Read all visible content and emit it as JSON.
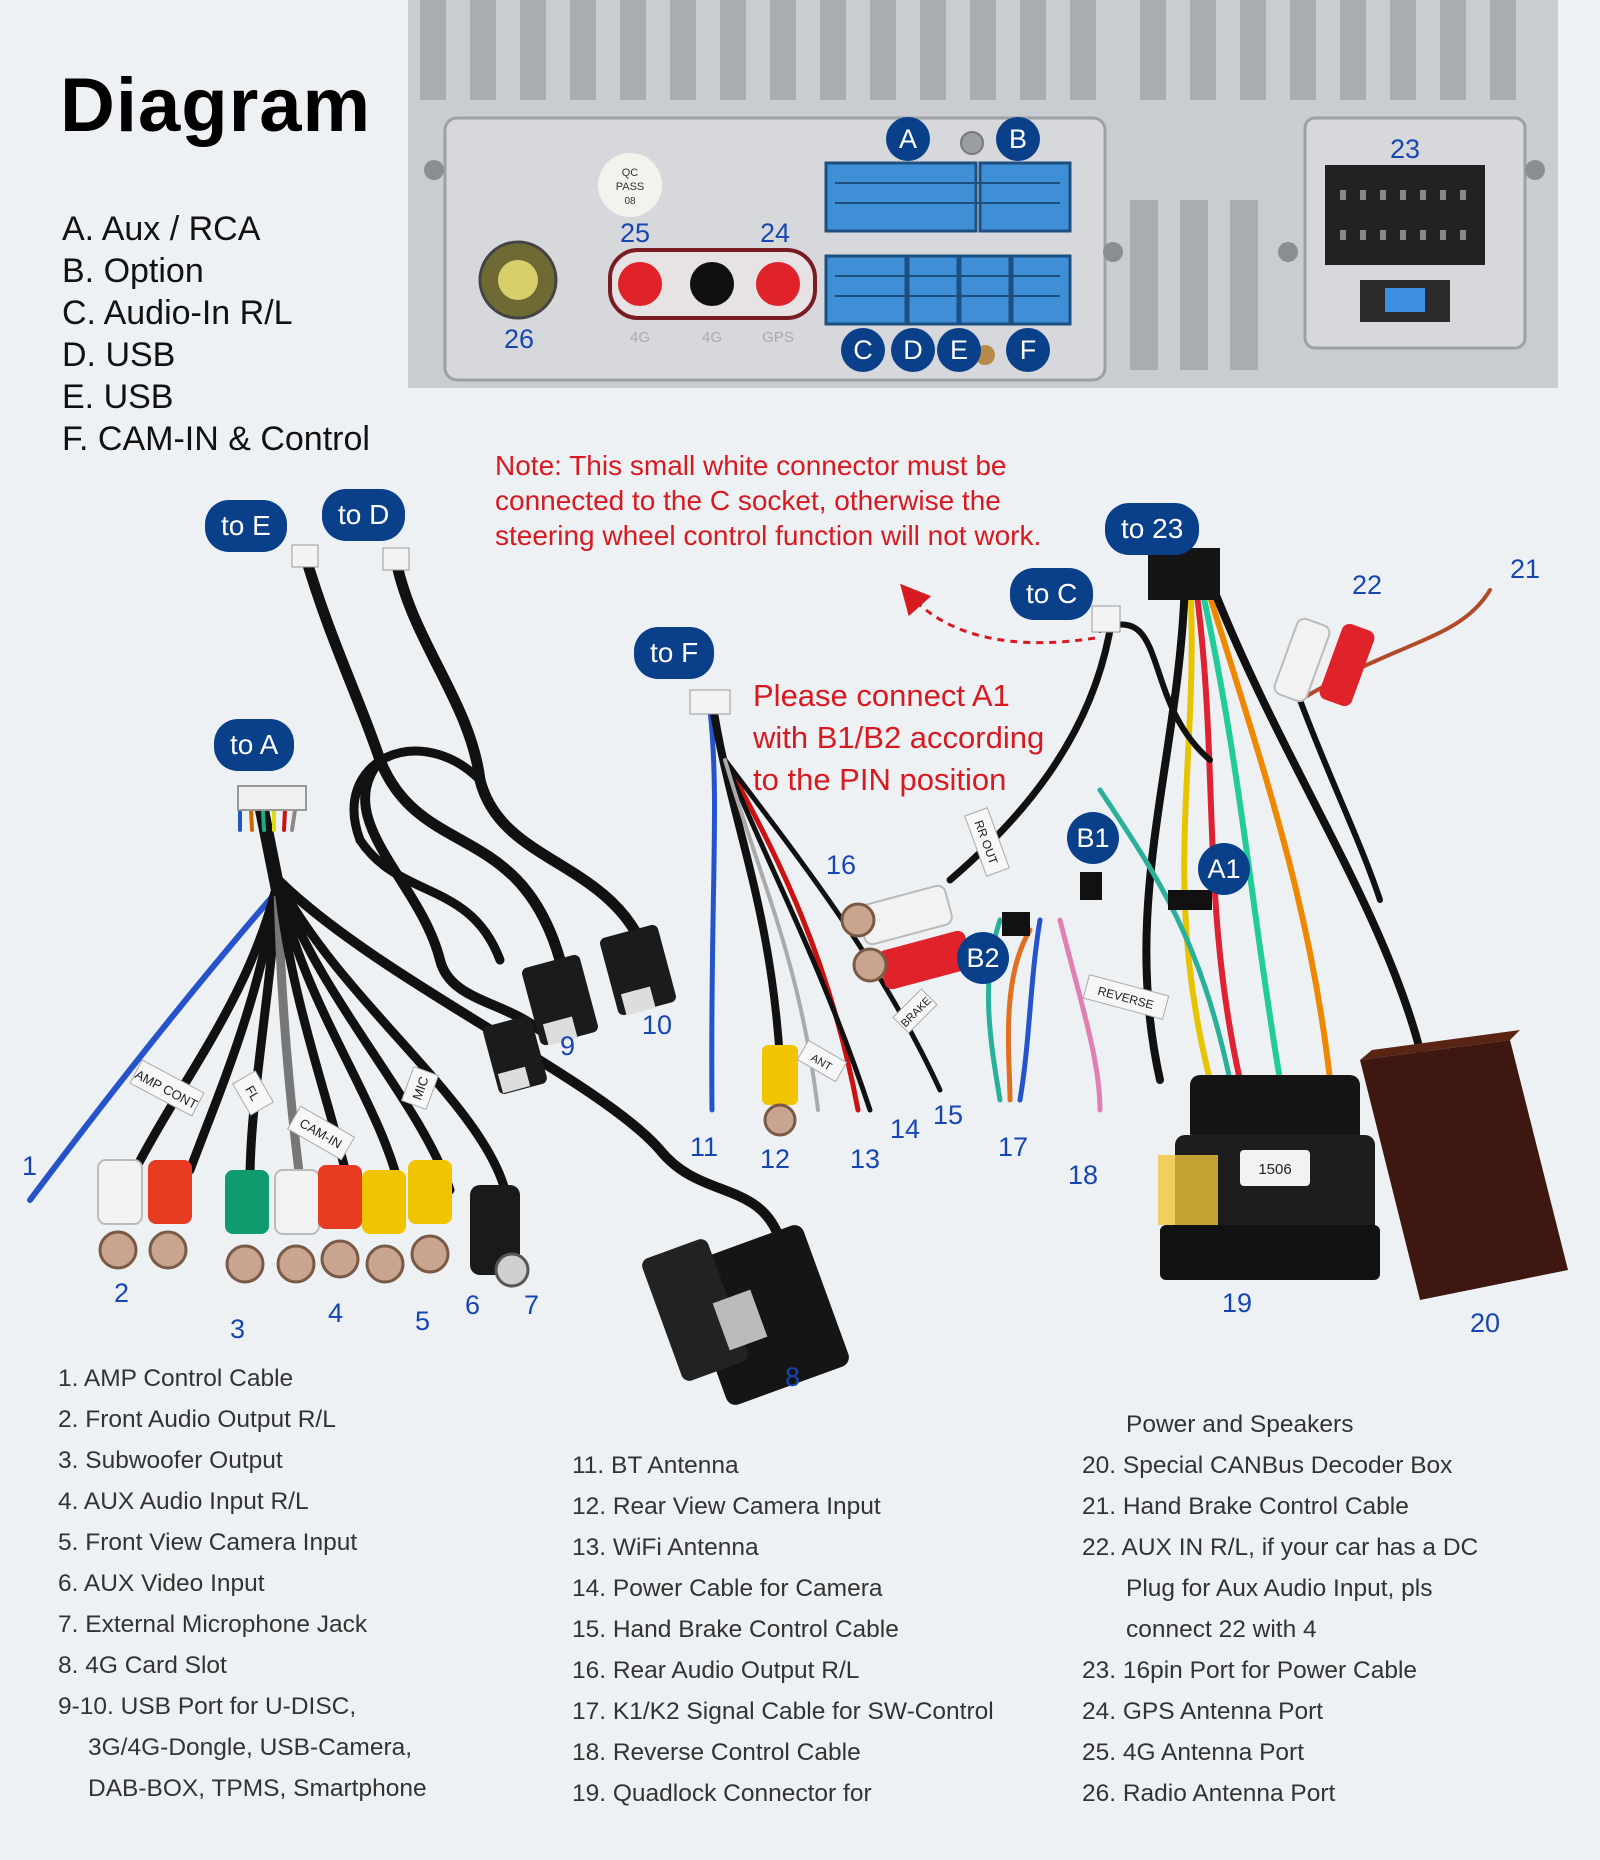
{
  "title": "Diagram",
  "legend": [
    "A. Aux / RCA",
    "B. Option",
    "C. Audio-In R/L",
    "D. USB",
    "E. USB",
    "F. CAM-IN & Control"
  ],
  "note_lines": [
    "Note: This small white connector must be",
    "connected to the C socket, otherwise the",
    "steering wheel control function will not work."
  ],
  "pin_note_lines": [
    "Please connect A1",
    "with B1/B2 according",
    "to the PIN position"
  ],
  "pills": {
    "to_e": "to E",
    "to_d": "to D",
    "to_a": "to A",
    "to_f": "to F",
    "to_c": "to C",
    "to_23": "to 23"
  },
  "socket_badges": {
    "a": "A",
    "b": "B",
    "c": "C",
    "d": "D",
    "e": "E",
    "f": "F"
  },
  "pin_badges": {
    "a1": "A1",
    "b1": "B1",
    "b2": "B2"
  },
  "unit_port_labels": [
    "4G",
    "4G",
    "GPS"
  ],
  "qc_label": [
    "QC",
    "PASS",
    "08"
  ],
  "quadlock_code": "1506",
  "cable_tags": {
    "amp": "AMP CONT",
    "fl": "FL",
    "rr_out": "RR OUT",
    "ant": "ANT",
    "brake": "BRAKE",
    "mic": "MIC",
    "cam_in": "CAM-IN",
    "reverse": "REVERSE"
  },
  "callouts": {
    "n1": "1",
    "n2": "2",
    "n3": "3",
    "n4": "4",
    "n5": "5",
    "n6": "6",
    "n7": "7",
    "n8": "8",
    "n9": "9",
    "n10": "10",
    "n11": "11",
    "n12": "12",
    "n13": "13",
    "n14": "14",
    "n15": "15",
    "n16": "16",
    "n17": "17",
    "n18": "18",
    "n19": "19",
    "n20": "20",
    "n21": "21",
    "n22": "22",
    "n23": "23",
    "n24": "24",
    "n25": "25",
    "n26": "26"
  },
  "descriptions_col1": [
    "1. AMP Control Cable",
    "2. Front Audio Output R/L",
    "3. Subwoofer Output",
    "4. AUX Audio Input R/L",
    "5. Front View Camera Input",
    "6. AUX Video Input",
    "7. External Microphone Jack",
    "8. 4G Card Slot",
    "9-10. USB Port for U-DISC,",
    "3G/4G-Dongle, USB-Camera,",
    "DAB-BOX, TPMS, Smartphone"
  ],
  "descriptions_col2": [
    "11. BT Antenna",
    "12. Rear View Camera Input",
    "13. WiFi Antenna",
    "14. Power Cable for Camera",
    "15. Hand Brake Control Cable",
    "16. Rear Audio Output R/L",
    "17. K1/K2 Signal Cable for SW-Control",
    "18. Reverse Control Cable",
    "19. Quadlock Connector for"
  ],
  "descriptions_col3": [
    "Power and Speakers",
    "20. Special CANBus Decoder Box",
    "21. Hand Brake Control Cable",
    "22. AUX IN R/L, if your car has a DC",
    "Plug for Aux Audio Input, pls",
    "connect 22 with 4",
    "23. 16pin Port for Power Cable",
    "24. GPS Antenna Port",
    "25. 4G Antenna Port",
    "26. Radio Antenna Port"
  ]
}
